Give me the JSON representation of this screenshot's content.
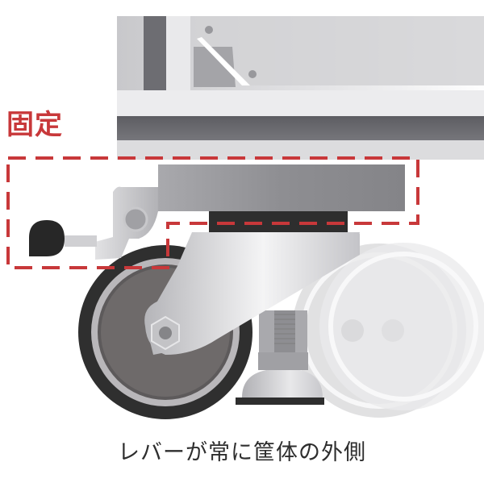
{
  "labels": {
    "lock_label": "固定",
    "caption": "レバーが常に筐体の外側"
  },
  "colors": {
    "accent_red": "#c8383a",
    "dark": "#2b2b2b",
    "tire": "#333333",
    "hub": "#6e6a6a",
    "metal_light": "#e4e4e6",
    "metal_mid": "#b9b9bc",
    "metal_dark": "#6d6d72",
    "caption_text": "#2e2e2e"
  },
  "illustration": {
    "subject": "swivel caster with lock lever and leveling foot",
    "callouts": [
      {
        "name": "lock-highlight-box",
        "style": "dashed",
        "color": "#c8383a"
      }
    ],
    "ghost_wheels": 2
  }
}
